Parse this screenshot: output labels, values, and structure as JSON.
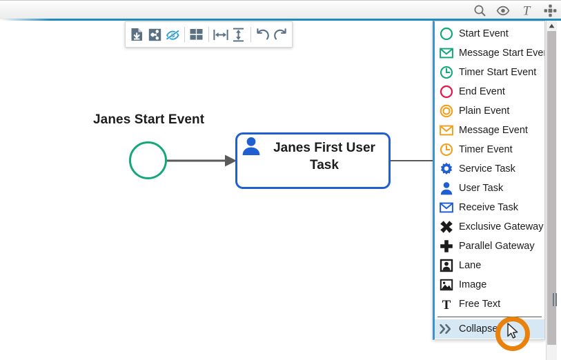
{
  "header": {
    "tools": [
      {
        "name": "search-icon",
        "label": "Search"
      },
      {
        "name": "eye-icon",
        "label": "Toggle Visibility"
      },
      {
        "name": "text-icon",
        "label": "Text"
      },
      {
        "name": "move-icon",
        "label": "Move"
      }
    ]
  },
  "toolbar": {
    "buttons": [
      {
        "name": "export-icon",
        "label": "Export"
      },
      {
        "name": "share-icon",
        "label": "Share"
      },
      {
        "name": "hide-icon",
        "label": "Hide"
      },
      {
        "name": "grid-icon",
        "label": "Grid"
      },
      {
        "name": "distribute-horizontal-icon",
        "label": "Distribute Horizontally"
      },
      {
        "name": "distribute-vertical-icon",
        "label": "Distribute Vertically"
      },
      {
        "name": "undo-icon",
        "label": "Undo"
      },
      {
        "name": "redo-icon",
        "label": "Redo"
      }
    ]
  },
  "diagram": {
    "start_event_label": "Janes Start Event",
    "user_task_label": "Janes First User Task",
    "colors": {
      "start_event_stroke": "#12a87a",
      "task_stroke": "#1f5fd0",
      "flow_stroke": "#5a5a5a"
    }
  },
  "palette": {
    "items": [
      {
        "label": "Start Event",
        "icon": "circle-icon",
        "color": "#12a87a",
        "selected": false,
        "separator_before": false
      },
      {
        "label": "Message Start Event",
        "icon": "envelope-icon",
        "color": "#12a87a",
        "selected": false,
        "separator_before": false
      },
      {
        "label": "Timer Start Event",
        "icon": "clock-icon",
        "color": "#12a87a",
        "selected": false,
        "separator_before": false
      },
      {
        "label": "End Event",
        "icon": "circle-icon",
        "color": "#e8134a",
        "selected": false,
        "separator_before": false
      },
      {
        "label": "Plain Event",
        "icon": "double-circle-icon",
        "color": "#f0a01e",
        "selected": false,
        "separator_before": false
      },
      {
        "label": "Message Event",
        "icon": "envelope-icon",
        "color": "#f0a01e",
        "selected": false,
        "separator_before": false
      },
      {
        "label": "Timer Event",
        "icon": "clock-icon",
        "color": "#f0a01e",
        "selected": false,
        "separator_before": false
      },
      {
        "label": "Service Task",
        "icon": "gear-icon",
        "color": "#1f5fd0",
        "selected": false,
        "separator_before": false
      },
      {
        "label": "User Task",
        "icon": "person-icon",
        "color": "#1f5fd0",
        "selected": false,
        "separator_before": false
      },
      {
        "label": "Receive Task",
        "icon": "envelope-icon",
        "color": "#1f5fd0",
        "selected": false,
        "separator_before": false
      },
      {
        "label": "Exclusive Gateway",
        "icon": "x-cross-icon",
        "color": "#1b1b1b",
        "selected": false,
        "separator_before": false
      },
      {
        "label": "Parallel Gateway",
        "icon": "plus-cross-icon",
        "color": "#1b1b1b",
        "selected": false,
        "separator_before": false
      },
      {
        "label": "Lane",
        "icon": "lane-icon",
        "color": "#1b1b1b",
        "selected": false,
        "separator_before": false
      },
      {
        "label": "Image",
        "icon": "image-icon",
        "color": "#1b1b1b",
        "selected": false,
        "separator_before": false
      },
      {
        "label": "Free Text",
        "icon": "free-text-icon",
        "color": "#1b1b1b",
        "selected": false,
        "separator_before": false
      },
      {
        "label": "Collapse",
        "icon": "chevron-double-right-icon",
        "color": "#5a6b78",
        "selected": true,
        "separator_before": true
      }
    ]
  }
}
